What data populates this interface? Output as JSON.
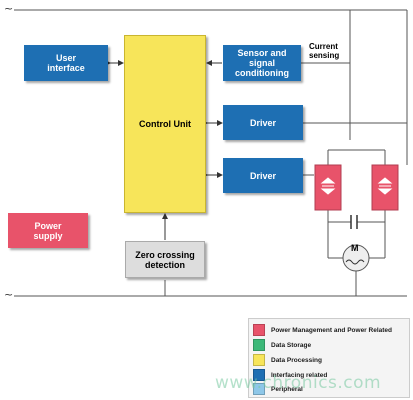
{
  "blocks": {
    "user_interface": "User interface",
    "control_unit": "Control Unit",
    "sensor": "Sensor and signal conditioning",
    "driver_1": "Driver",
    "driver_2": "Driver",
    "power_supply": "Power supply",
    "zero_crossing": "Zero crossing detection"
  },
  "labels": {
    "current_sensing": "Current sensing",
    "motor": "M",
    "ac_top": "~",
    "ac_bottom": "~"
  },
  "legend": [
    {
      "label": "Power Management and Power Related",
      "color": "#e8536a"
    },
    {
      "label": "Data Storage",
      "color": "#3cb878"
    },
    {
      "label": "Data Processing",
      "color": "#f7e55a"
    },
    {
      "label": "Interfacing related",
      "color": "#1e6fb3"
    },
    {
      "label": "Peripheral",
      "color": "#8ec7e8"
    }
  ],
  "watermark": "www.chronics.com",
  "colors": {
    "line": "#555555",
    "blue": "#1e6fb3",
    "pink": "#e8536a",
    "yellow": "#f7e55a",
    "gray": "#dddddd"
  }
}
